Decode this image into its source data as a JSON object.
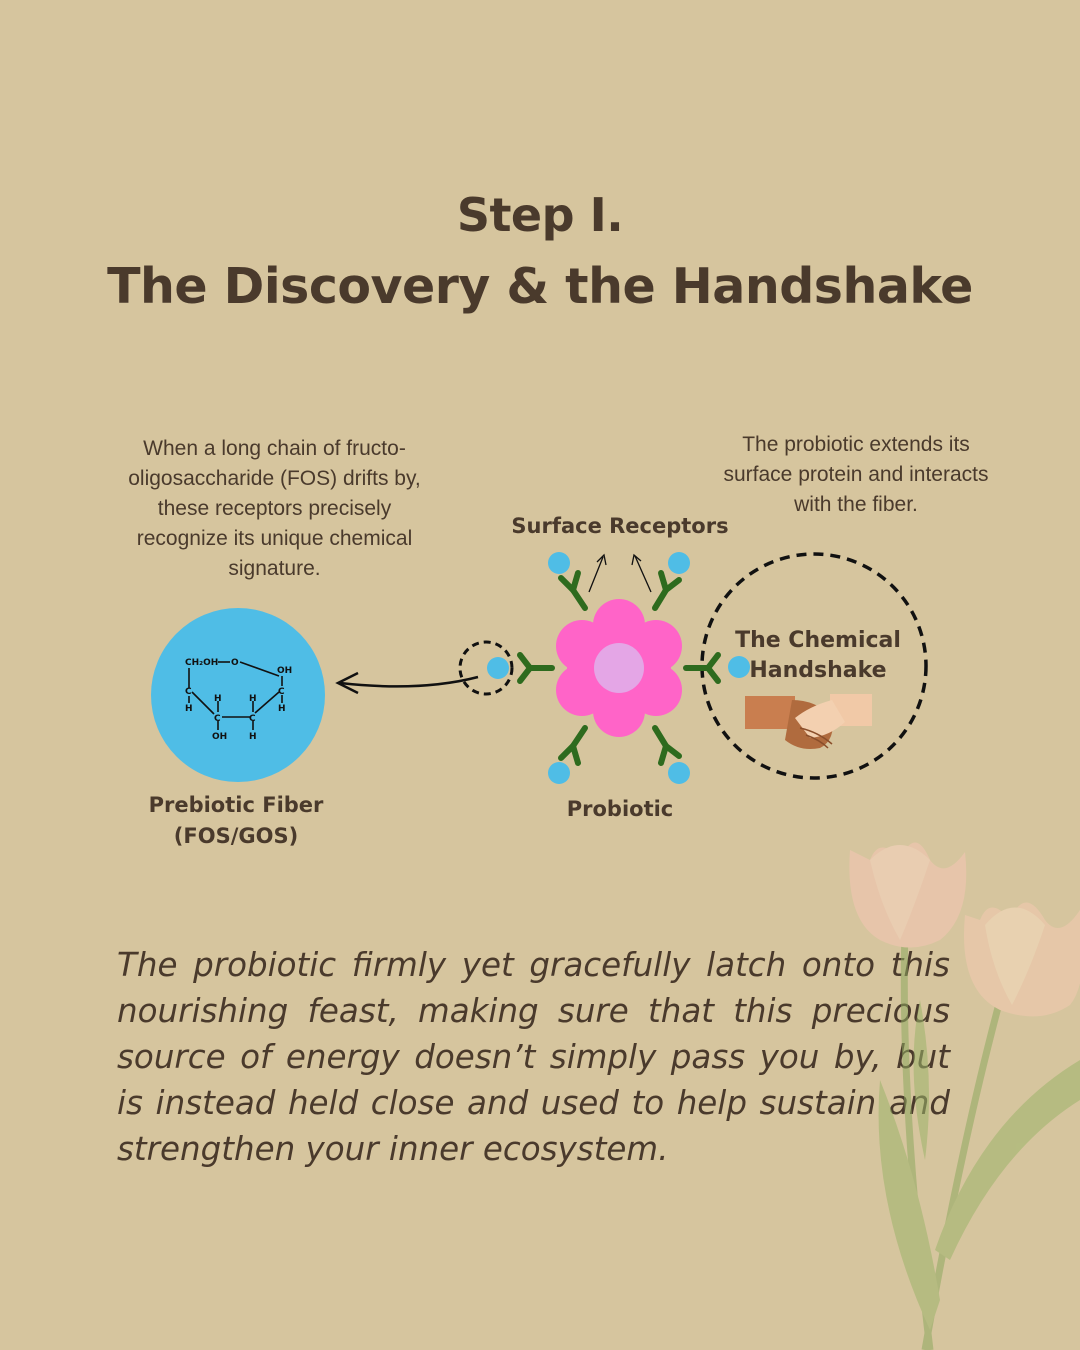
{
  "title": {
    "line1": "Step I.",
    "line2": "The Discovery & the Handshake"
  },
  "descriptions": {
    "left": "When a long chain of fructo-oligosaccharide (FOS) drifts by, these receptors precisely recognize its unique chemical signature.",
    "right": "The probiotic extends its surface protein and interacts with the fiber."
  },
  "labels": {
    "surface_receptors": "Surface Receptors",
    "probiotic": "Probiotic",
    "fiber_line1": "Prebiotic Fiber",
    "fiber_line2": "(FOS/GOS)",
    "handshake_line1": "The Chemical",
    "handshake_line2": "Handshake"
  },
  "molecule_labels": {
    "ch2oh": "CH₂OH",
    "o": "O",
    "oh_top": "OH",
    "c": "C",
    "h": "H",
    "oh_bottom": "OH"
  },
  "body": "The probiotic firmly yet gracefully latch onto this nourishing feast, making sure that this precious source of energy doesn’t simply pass you by, but is instead held close and used to help sustain and strengthen your inner ecosystem.",
  "colors": {
    "background": "#d6c59e",
    "text": "#4a3a2c",
    "probiotic_body": "#ff64c8",
    "probiotic_nucleus": "#e4a6e6",
    "receptor": "#2e6b1e",
    "ligand": "#4fbde6",
    "fiber_circle": "#4fbde6"
  },
  "icons": [
    "handshake-icon",
    "tulip-flowers"
  ]
}
